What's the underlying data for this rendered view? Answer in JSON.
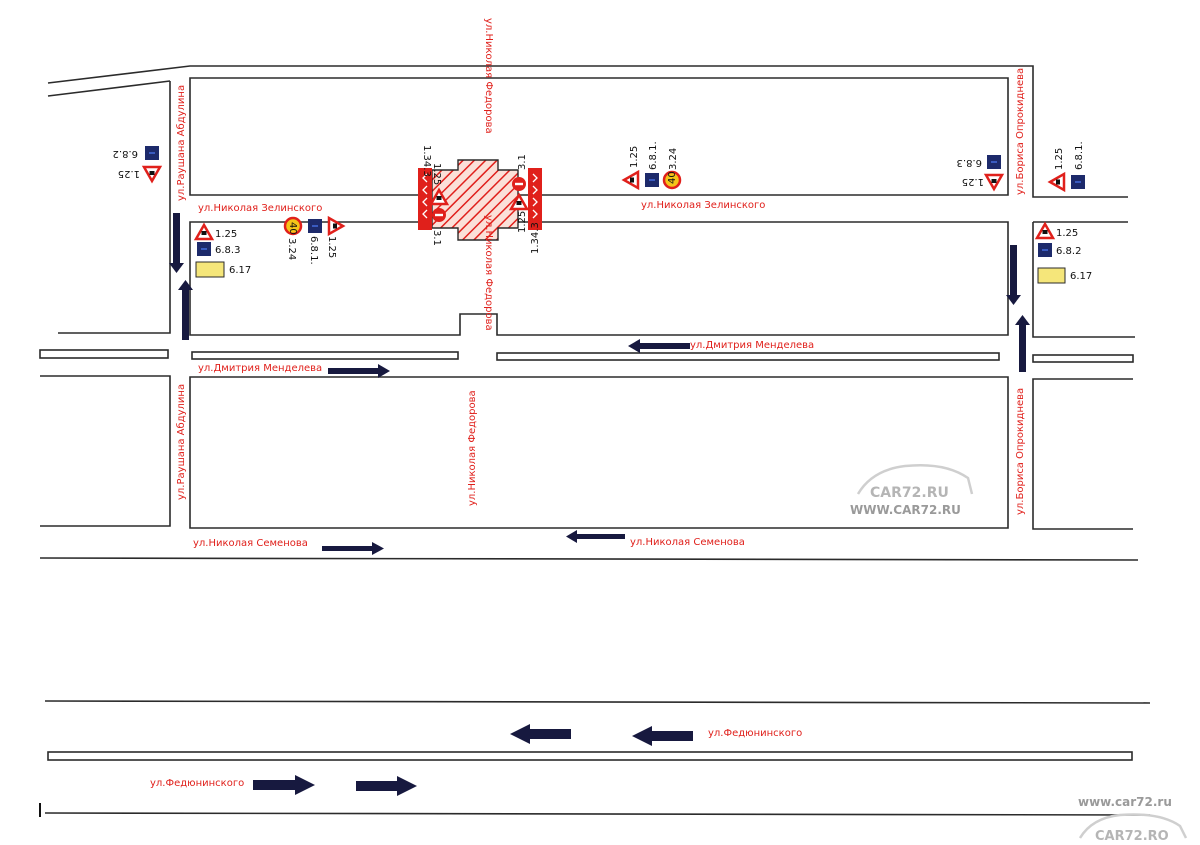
{
  "streets": {
    "zelinskogo": "ул.Николая Зелинского",
    "mendeleeva": "ул.Дмитрия Менделева",
    "semenova": "ул.Николая Семенова",
    "fedyuninskogo": "ул.Федюнинского",
    "fedorova": "ул.Николая Федорова",
    "abdulina": "ул.Раушана Абдулина",
    "oprokidneva": "ул.Бориса Опрокиднева"
  },
  "sign_codes": {
    "works": "1.25",
    "narrowing": "1.34.3",
    "no_entry": "3.1",
    "speed_limit": "3.24",
    "speed_value": "40",
    "dir_right": "6.8.1.",
    "dir_left": "6.8.2",
    "dir_dead_end": "6.8.3",
    "detour": "6.17"
  },
  "watermarks": {
    "logo": "CAR72.RU",
    "url": "WWW.CAR72.RU",
    "corner_url": "www.car72.ru",
    "corner_logo": "CAR72.RO"
  },
  "colors": {
    "road_line": "#2b2b2b",
    "street_text": "#e0201b",
    "arrow": "#17193f",
    "sign_red": "#e0201b",
    "sign_blue": "#1d2a6b",
    "sign_yellow": "#f5e67a"
  }
}
